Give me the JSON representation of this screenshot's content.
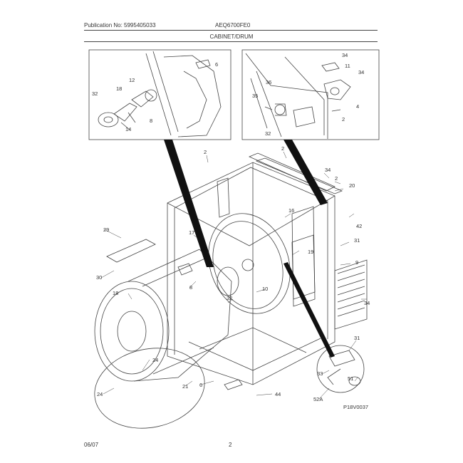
{
  "header": {
    "publication": "Publication No: 5995405033",
    "model": "AEQ6700FE0",
    "section": "CABINET/DRUM"
  },
  "footer": {
    "date": "06/07",
    "page": "2"
  },
  "figure_code": "P18V0037",
  "callouts": {
    "inset_left": [
      "32",
      "18",
      "12",
      "6",
      "14",
      "8"
    ],
    "inset_right": [
      "34",
      "11",
      "34",
      "36",
      "35",
      "4",
      "2",
      "32"
    ],
    "main": [
      "2",
      "2",
      "34",
      "2",
      "20",
      "16",
      "42",
      "17",
      "29",
      "31",
      "19",
      "9",
      "30",
      "8",
      "18",
      "10",
      "32",
      "34",
      "31",
      "24",
      "33",
      "51",
      "24",
      "21",
      "6",
      "44",
      "52A"
    ]
  },
  "colors": {
    "line": "#444444",
    "pointer": "#111111"
  }
}
